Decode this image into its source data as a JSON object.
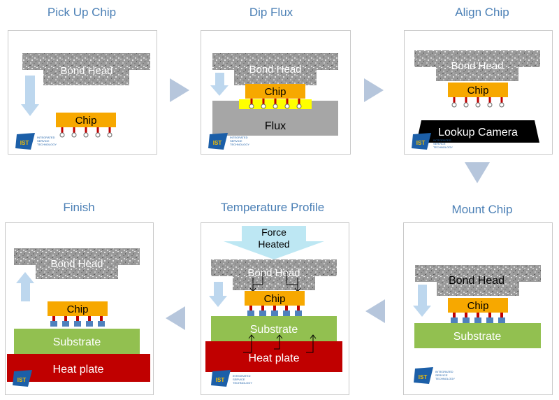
{
  "steps": {
    "pick_up": {
      "title": "Pick Up Chip",
      "head": "Bond Head",
      "chip": "Chip"
    },
    "dip_flux": {
      "title": "Dip Flux",
      "head": "Bond Head",
      "chip": "Chip",
      "flux": "Flux"
    },
    "align": {
      "title": "Align Chip",
      "head": "Bond Head",
      "chip": "Chip",
      "camera": "Lookup Camera"
    },
    "mount": {
      "title": "Mount Chip",
      "head": "Bond Head",
      "chip": "Chip",
      "substrate": "Substrate"
    },
    "temperature": {
      "title": "Temperature Profile",
      "force": "Force",
      "heated": "Heated",
      "head": "Bond Head",
      "chip": "Chip",
      "substrate": "Substrate",
      "heat_plate": "Heat plate"
    },
    "finish": {
      "title": "Finish",
      "head": "Bond Head",
      "chip": "Chip",
      "substrate": "Substrate",
      "heat_plate": "Heat plate"
    }
  },
  "logo": {
    "mark": "IST",
    "line1": "INTEGRATED",
    "line2": "SERVICE",
    "line3": "TECHNOLOGY"
  },
  "colors": {
    "title": "#4a7fb5",
    "chip": "#f7a800",
    "substrate": "#92c050",
    "heat_plate": "#c00000",
    "flux": "#a6a6a6",
    "flux_glue": "#ffff00",
    "camera": "#000000",
    "motion_arrow": "#bdd7ee",
    "flow_arrow": "#b6c6dc"
  }
}
